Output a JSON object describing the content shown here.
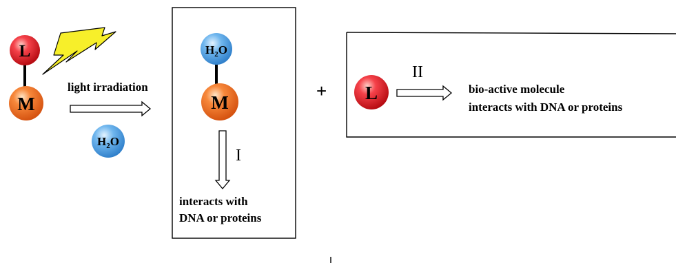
{
  "colors": {
    "ligand_sphere": "#e8141b",
    "metal_sphere": "#f06b1c",
    "water_sphere": "#3c8fd8",
    "lightning": "#f7ef2a",
    "stroke": "#000000"
  },
  "icons": [
    "lightning-bolt-icon",
    "double-arrow-icon"
  ],
  "labels": {
    "ligand": "L",
    "metal": "M",
    "water_main": "H",
    "water_sub": "2",
    "water_tail": "O",
    "light_irradiation": "light irradiation",
    "pathway_one": "I",
    "pathway_two": "II",
    "plus": "+",
    "complex_interaction_line1": "interacts with",
    "complex_interaction_line2": "DNA or proteins",
    "bioactive_line1": "bio-active molecule",
    "bioactive_line2": "interacts with DNA or proteins"
  }
}
